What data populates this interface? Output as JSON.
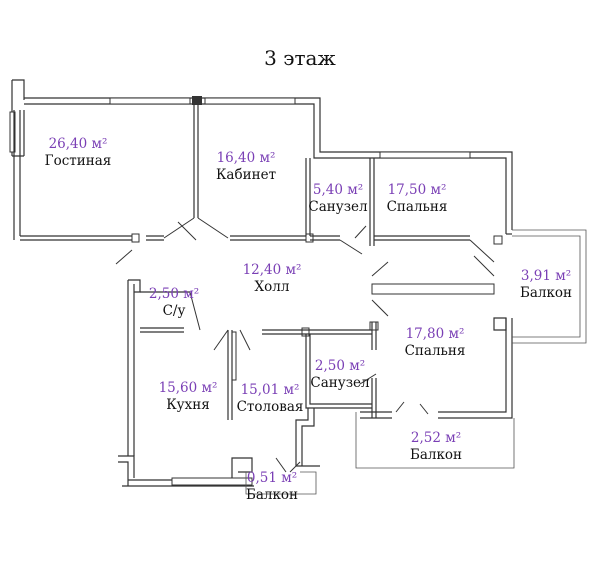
{
  "floor_title": "3 этаж",
  "rooms": [
    {
      "id": "living",
      "area": "26,40 м²",
      "name": "Гостиная"
    },
    {
      "id": "study",
      "area": "16,40 м²",
      "name": "Кабинет"
    },
    {
      "id": "bath1",
      "area": "5,40 м²",
      "name": "Санузел"
    },
    {
      "id": "bed1",
      "area": "17,50 м²",
      "name": "Спальня"
    },
    {
      "id": "hall",
      "area": "12,40 м²",
      "name": "Холл"
    },
    {
      "id": "balcony1",
      "area": "3,91 м²",
      "name": "Балкон"
    },
    {
      "id": "wc",
      "area": "2,50 м²",
      "name": "С/у"
    },
    {
      "id": "bed2",
      "area": "17,80 м²",
      "name": "Спальня"
    },
    {
      "id": "bath2",
      "area": "2,50 м²",
      "name": "Санузел"
    },
    {
      "id": "kitchen",
      "area": "15,60 м²",
      "name": "Кухня"
    },
    {
      "id": "dining",
      "area": "15,01 м²",
      "name": "Столовая"
    },
    {
      "id": "balcony2",
      "area": "2,52 м²",
      "name": "Балкон"
    },
    {
      "id": "balcony3",
      "area": "0,51 м²",
      "name": "Балкон"
    }
  ]
}
